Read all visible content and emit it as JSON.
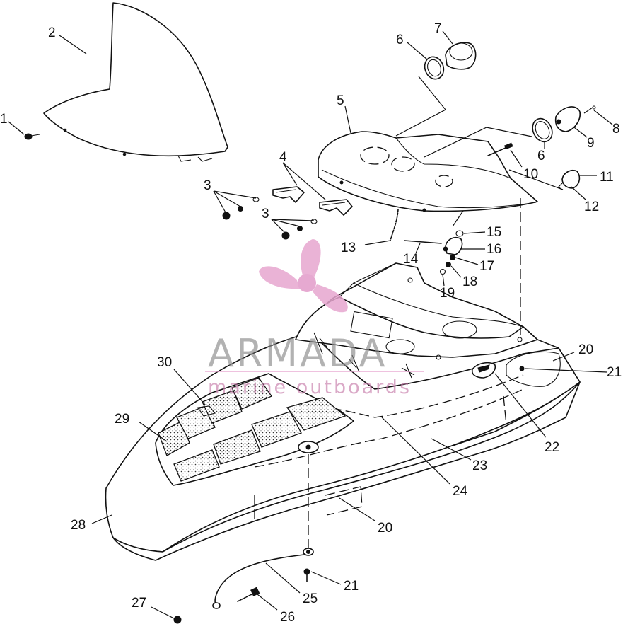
{
  "callouts": {
    "c1": "1",
    "c2": "2",
    "c3a": "3",
    "c3b": "3",
    "c4": "4",
    "c5": "5",
    "c6a": "6",
    "c6b": "6",
    "c7": "7",
    "c8": "8",
    "c9": "9",
    "c10": "10",
    "c11": "11",
    "c12": "12",
    "c13": "13",
    "c14": "14",
    "c15": "15",
    "c16": "16",
    "c17": "17",
    "c18": "18",
    "c19": "19",
    "c20a": "20",
    "c20b": "20",
    "c21a": "21",
    "c21b": "21",
    "c22": "22",
    "c23": "23",
    "c24": "24",
    "c25": "25",
    "c26": "26",
    "c27": "27",
    "c28": "28",
    "c29": "29",
    "c30": "30"
  },
  "watermark": {
    "brand": "ARMADA",
    "tagline": "marine outboards",
    "brand_color": "#8c8c8c",
    "accent_color": "#e7a6cf",
    "icon": "propeller-icon"
  }
}
